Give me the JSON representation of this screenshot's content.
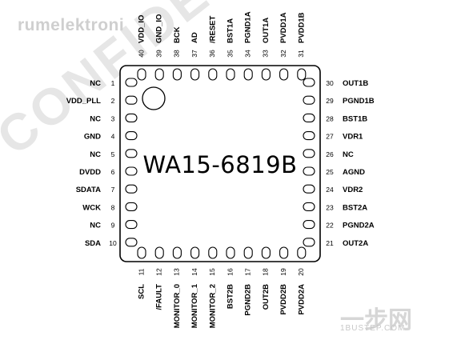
{
  "chip": {
    "part_number": "WA15-6819B"
  },
  "watermark": {
    "top_text": "rumelektroni",
    "diag_text": "CONFIDE",
    "site_logo": "一步网",
    "site_url": "1BUSTEP.COM"
  },
  "pins_left": [
    {
      "num": "1",
      "name": "NC"
    },
    {
      "num": "2",
      "name": "VDD_PLL"
    },
    {
      "num": "3",
      "name": "NC"
    },
    {
      "num": "4",
      "name": "GND"
    },
    {
      "num": "5",
      "name": "NC"
    },
    {
      "num": "6",
      "name": "DVDD"
    },
    {
      "num": "7",
      "name": "SDATA"
    },
    {
      "num": "8",
      "name": "WCK"
    },
    {
      "num": "9",
      "name": "NC"
    },
    {
      "num": "10",
      "name": "SDA"
    }
  ],
  "pins_bottom": [
    {
      "num": "11",
      "name": "SCL"
    },
    {
      "num": "12",
      "name": "/FAULT"
    },
    {
      "num": "13",
      "name": "MONITOR_0"
    },
    {
      "num": "14",
      "name": "MONITOR_1"
    },
    {
      "num": "15",
      "name": "MONITOR_2"
    },
    {
      "num": "16",
      "name": "BST2B"
    },
    {
      "num": "17",
      "name": "PGND2B"
    },
    {
      "num": "18",
      "name": "OUT2B"
    },
    {
      "num": "19",
      "name": "PVDD2B"
    },
    {
      "num": "20",
      "name": "PVDD2A"
    }
  ],
  "pins_right": [
    {
      "num": "30",
      "name": "OUT1B"
    },
    {
      "num": "29",
      "name": "PGND1B"
    },
    {
      "num": "28",
      "name": "BST1B"
    },
    {
      "num": "27",
      "name": "VDR1"
    },
    {
      "num": "26",
      "name": "NC"
    },
    {
      "num": "25",
      "name": "AGND"
    },
    {
      "num": "24",
      "name": "VDR2"
    },
    {
      "num": "23",
      "name": "BST2A"
    },
    {
      "num": "22",
      "name": "PGND2A"
    },
    {
      "num": "21",
      "name": "OUT2A"
    }
  ],
  "pins_top": [
    {
      "num": "40",
      "name": "VDD_IO"
    },
    {
      "num": "39",
      "name": "GND_IO"
    },
    {
      "num": "38",
      "name": "BCK"
    },
    {
      "num": "37",
      "name": "AD"
    },
    {
      "num": "36",
      "name": "/RESET"
    },
    {
      "num": "35",
      "name": "BST1A"
    },
    {
      "num": "34",
      "name": "PGND1A"
    },
    {
      "num": "33",
      "name": "OUT1A"
    },
    {
      "num": "32",
      "name": "PVDD1A"
    },
    {
      "num": "31",
      "name": "PVDD1B"
    }
  ]
}
